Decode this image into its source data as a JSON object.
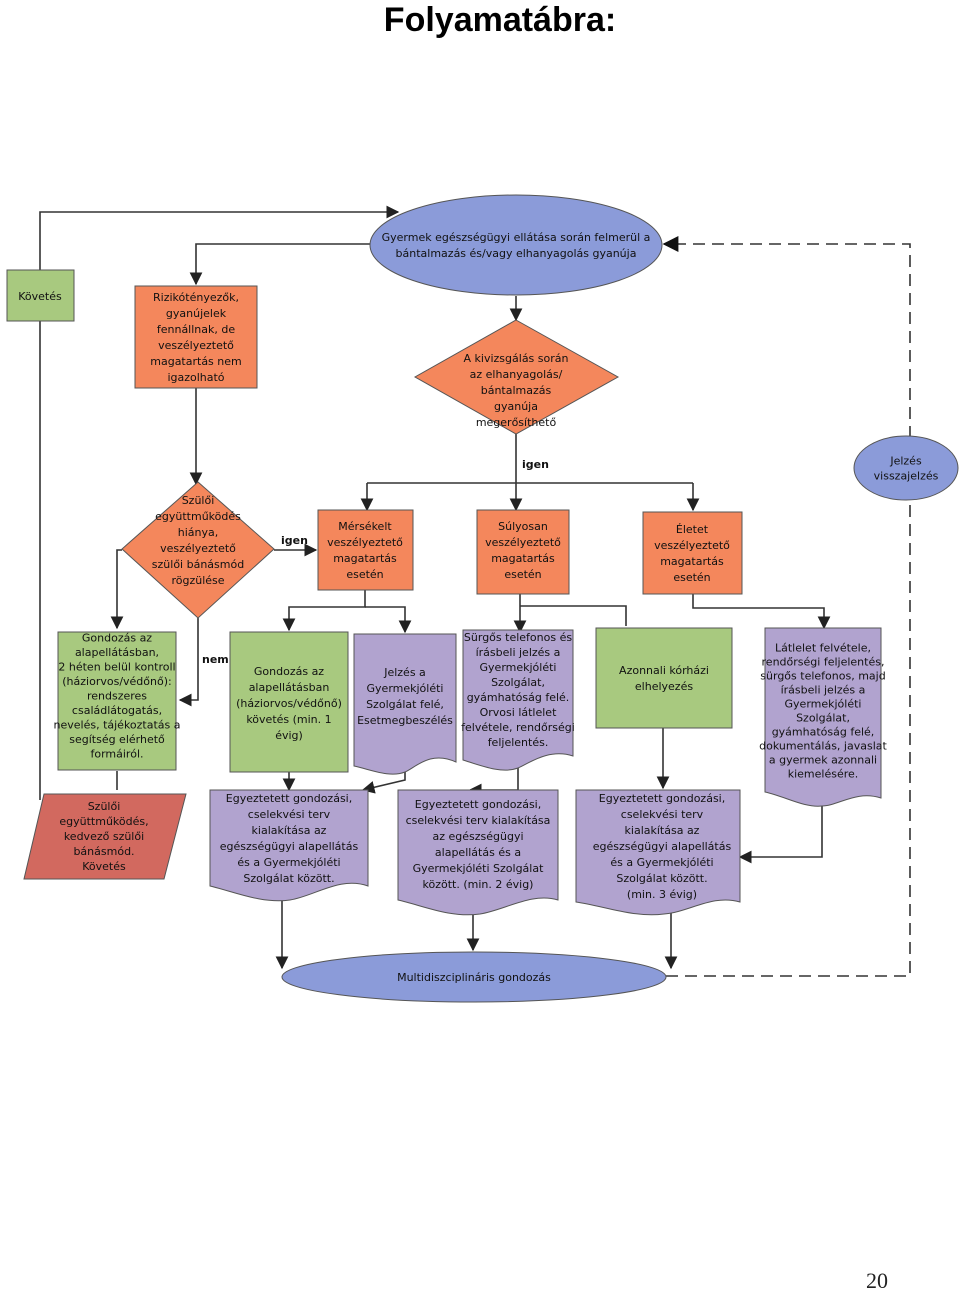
{
  "page": {
    "title": "Folyamatábra:",
    "page_number": "20"
  },
  "colors": {
    "blue_fill": "#8b9bd9",
    "orange_fill": "#f4875c",
    "green_fill": "#a8c97f",
    "purple_fill": "#b1a3cf",
    "red_fill": "#d2695f",
    "stroke": "#555555"
  },
  "nodes": {
    "start": [
      "Gyermek egészségügyi ellátása során felmerül a",
      "bántalmazás és/vagy elhanyagolás gyanúja"
    ],
    "kovetes": [
      "Követés"
    ],
    "rizikotenyezok": [
      "Rizikótényezők,",
      "gyanújelek",
      "fennállnak, de",
      "veszélyeztető",
      "magatartás nem",
      "igazolható"
    ],
    "kivizsgalas": [
      "A kivizsgálás során",
      "az elhanyagolás/",
      "bántalmazás",
      "gyanúja",
      "megerősíthető"
    ],
    "jelzes_visszajelzes": [
      "Jelzés",
      "visszajelzés"
    ],
    "szuloi_hiany": [
      "Szülői",
      "együttműködés",
      "hiánya,",
      "veszélyeztető",
      "szülői bánásmód",
      "rögzülése"
    ],
    "merseklet": [
      "Mérsékelt",
      "veszélyeztető",
      "magatartás",
      "esetén"
    ],
    "sulyosan": [
      "Súlyosan",
      "veszélyeztető",
      "magatartás",
      "esetén"
    ],
    "eletet": [
      "Életet",
      "veszélyeztető",
      "magatartás",
      "esetén"
    ],
    "gondozas_alap_1": [
      "Gondozás az",
      "alapellátásban,",
      "2 héten belül kontroll",
      "(háziorvos/védőnő):",
      "rendszeres",
      "családlátogatás,",
      "nevelés, tájékoztatás a",
      "segítség elérhető",
      "formáiról."
    ],
    "gondozas_alap_2": [
      "Gondozás az",
      "alapellátásban",
      "(háziorvos/védőnő)",
      "követés (min. 1",
      "évig)"
    ],
    "jelzes_gyermekjoleti": [
      "Jelzés a",
      "Gyermekjóléti",
      "Szolgálat felé,",
      "Esetmegbeszélés"
    ],
    "surgos_jelzes": [
      "Sürgős telefonos és",
      "írásbeli jelzés a",
      "Gyermekjóléti",
      "Szolgálat,",
      "gyámhatóság felé.",
      "Orvosi látlelet",
      "felvétele, rendőrségi",
      "feljelentés."
    ],
    "azonnali": [
      "Azonnali kórházi",
      "elhelyezés"
    ],
    "latlelet": [
      "Látlelet felvétele,",
      "rendőrségi feljelentés,",
      "sürgős telefonos, majd",
      "írásbeli jelzés a",
      "Gyermekjóléti",
      "Szolgálat,",
      "gyámhatóság felé,",
      "dokumentálás, javaslat",
      "a gyermek azonnali",
      "kiemelésére."
    ],
    "szuloi_egyuttmukodes": [
      "Szülői",
      "együttműködés,",
      "kedvező szülői",
      "bánásmód.",
      "Követés"
    ],
    "egyeztetett_1": [
      "Egyeztetett gondozási,",
      "cselekvési terv",
      "kialakítása az",
      "egészségügyi alapellátás",
      "és a Gyermekjóléti",
      "Szolgálat között."
    ],
    "egyeztetett_2": [
      "Egyeztetett gondozási,",
      "cselekvési terv kialakítása",
      "az egészségügyi",
      "alapellátás és a",
      "Gyermekjóléti Szolgálat",
      "között. (min. 2 évig)"
    ],
    "egyeztetett_3": [
      "Egyeztetett gondozási,",
      "cselekvési terv",
      "kialakítása az",
      "egészségügyi alapellátás",
      "és a Gyermekjóléti",
      "Szolgálat között.",
      "(min. 3 évig)"
    ],
    "multidiszciplinaris": [
      "Multidiszciplináris gondozás"
    ]
  },
  "edge_labels": {
    "igen_top": "igen",
    "igen_left": "igen",
    "nem": "nem"
  }
}
